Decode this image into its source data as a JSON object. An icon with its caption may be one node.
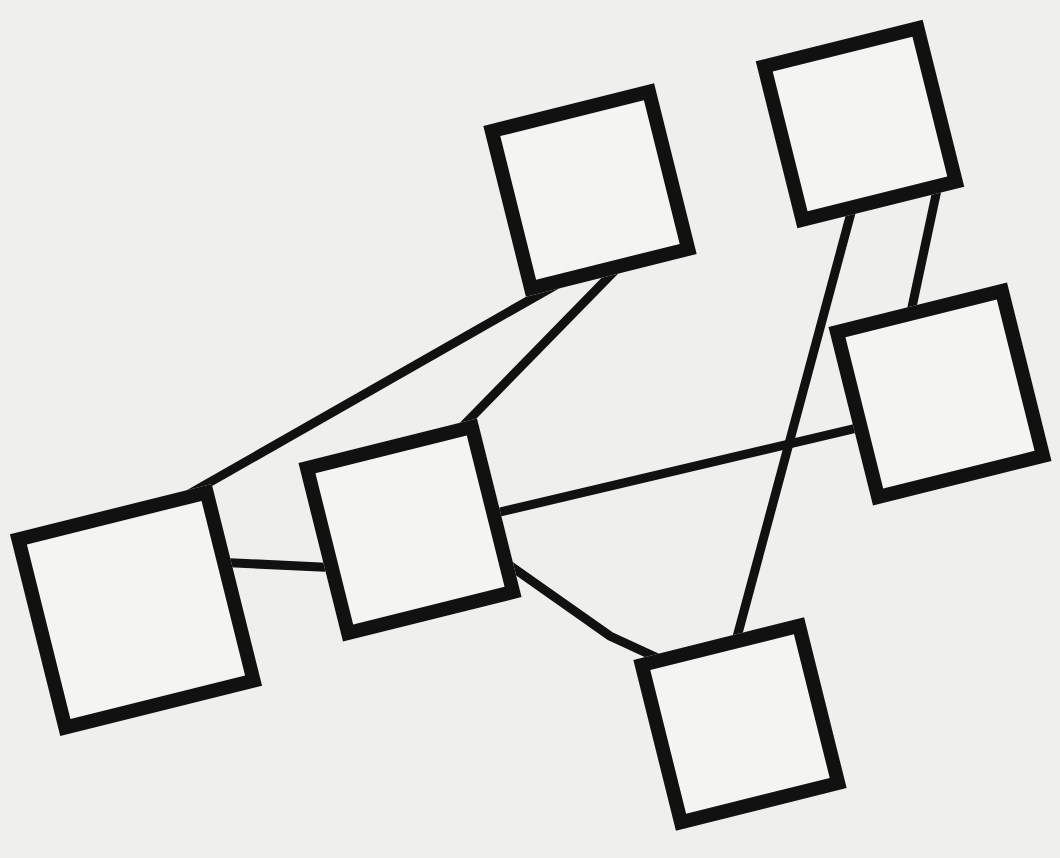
{
  "diagram": {
    "nodes": [
      {
        "text": [],
        "shape": "box"
      },
      {
        "text": [],
        "shape": "box"
      },
      {
        "text": [],
        "shape": "box"
      },
      {
        "text": [],
        "shape": "box"
      },
      {
        "text": [],
        "shape": "box"
      },
      {
        "text": [],
        "shape": "box"
      }
    ],
    "edges": [
      {
        "from": 0,
        "to": 1,
        "arrow": "none"
      },
      {
        "from": 0,
        "to": 2,
        "arrow": "none"
      },
      {
        "from": 1,
        "to": 2,
        "arrow": "none"
      },
      {
        "from": 1,
        "to": 5,
        "arrow": "none"
      },
      {
        "from": 1,
        "to": 3,
        "arrow": "none"
      },
      {
        "from": 4,
        "to": 3,
        "arrow": "none"
      },
      {
        "from": 4,
        "to": 5,
        "arrow": "none"
      }
    ]
  }
}
